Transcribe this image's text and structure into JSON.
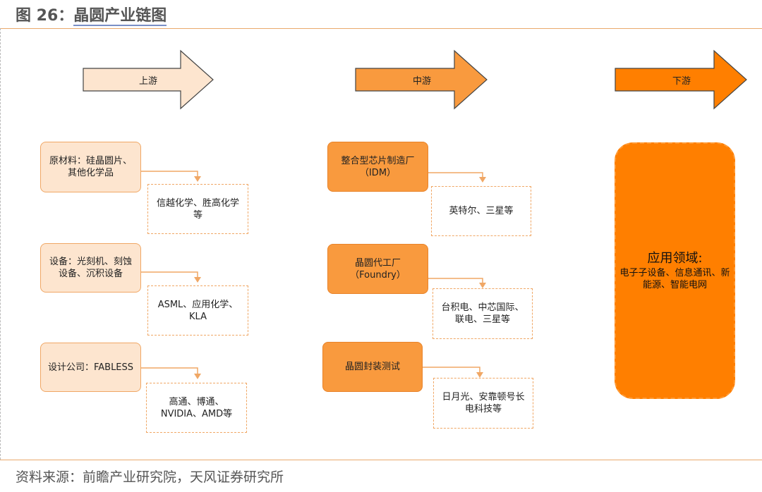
{
  "figure": {
    "title_prefix": "图 26：",
    "title_main": "晶圆产业链图",
    "source": "资料来源：前瞻产业研究院，天风证券研究所"
  },
  "stages": {
    "upstream": "上游",
    "midstream": "中游",
    "downstream": "下游"
  },
  "upstream": {
    "materials": {
      "category": "原材料：硅晶圆片、其他化学品",
      "companies": "信越化学、胜高化学等"
    },
    "equipment": {
      "category": "设备：光刻机、刻蚀设备、沉积设备",
      "companies": "ASML、应用化学、KLA"
    },
    "design": {
      "category": "设计公司：FABLESS",
      "companies": "高通、博通、NVIDIA、AMD等"
    }
  },
  "midstream": {
    "idm": {
      "category": "整合型芯片制造厂（IDM）",
      "companies": "英特尔、三星等"
    },
    "foundry": {
      "category": "晶圆代工厂（Foundry）",
      "companies": "台积电、中芯国际、联电、三星等"
    },
    "packaging": {
      "category": "晶圆封装测试",
      "companies": "日月光、安靠顿号长电科技等"
    }
  },
  "downstream": {
    "title": "应用领域:",
    "description": "电子子设备、信息通讯、新能源、智能电网"
  },
  "colors": {
    "light_fill": "#fde5cf",
    "mid_fill": "#f99a3e",
    "strong_fill": "#ff7f00",
    "accent_line": "#f0a765"
  }
}
